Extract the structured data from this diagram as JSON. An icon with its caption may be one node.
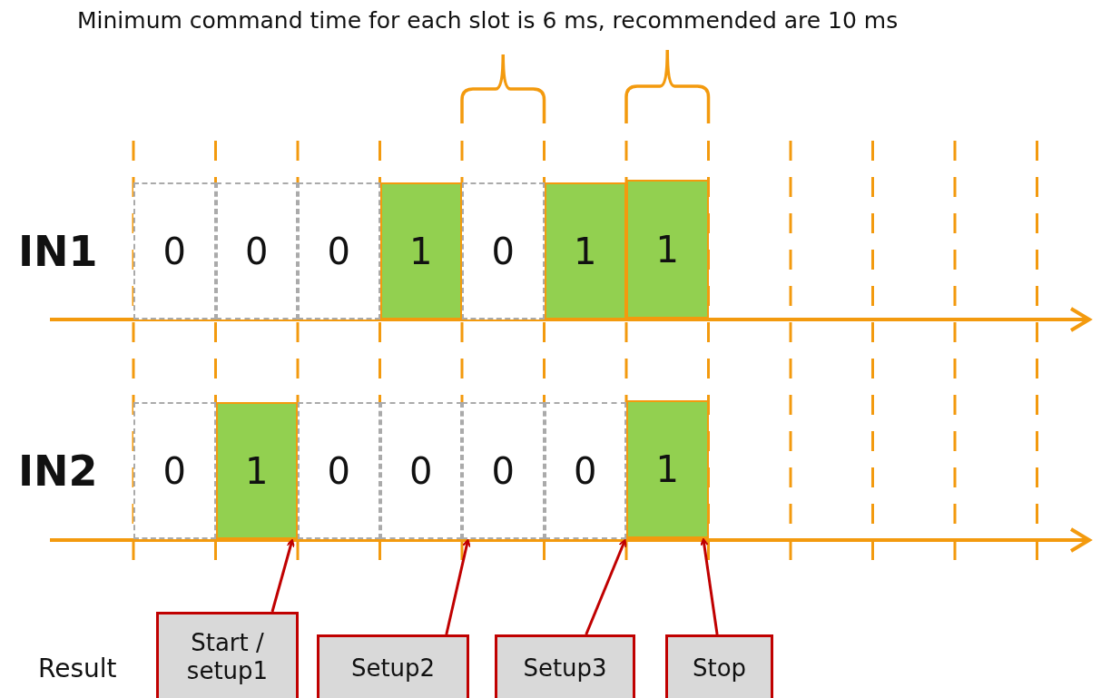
{
  "diagram": {
    "title": "Minimum command time for each slot is 6 ms, recommended are 10 ms",
    "nodes": [
      {
        "text": [
          "0"
        ]
      },
      {
        "text": [
          "0"
        ]
      },
      {
        "text": [
          "0"
        ]
      },
      {
        "text": [
          "1"
        ]
      },
      {
        "text": [
          "0"
        ]
      },
      {
        "text": [
          "1"
        ]
      },
      {
        "text": [
          "1"
        ]
      },
      {
        "text": [
          "0"
        ]
      },
      {
        "text": [
          "1"
        ]
      },
      {
        "text": [
          "0"
        ]
      },
      {
        "text": [
          "0"
        ]
      },
      {
        "text": [
          "0"
        ]
      },
      {
        "text": [
          "0"
        ]
      },
      {
        "text": [
          "1"
        ]
      },
      {
        "text": [
          "Start / setup1"
        ]
      },
      {
        "text": [
          "Setup2"
        ]
      },
      {
        "text": [
          "Setup3"
        ]
      },
      {
        "text": [
          "Stop"
        ]
      }
    ],
    "edges": [
      {
        "from": 14,
        "to": 8,
        "arrow": "to"
      },
      {
        "from": 15,
        "to": 11,
        "arrow": "to"
      },
      {
        "from": 16,
        "to": 12,
        "arrow": "to"
      },
      {
        "from": 17,
        "to": 13,
        "arrow": "to"
      }
    ],
    "labels": [
      "IN1",
      "IN2",
      "Result"
    ]
  }
}
